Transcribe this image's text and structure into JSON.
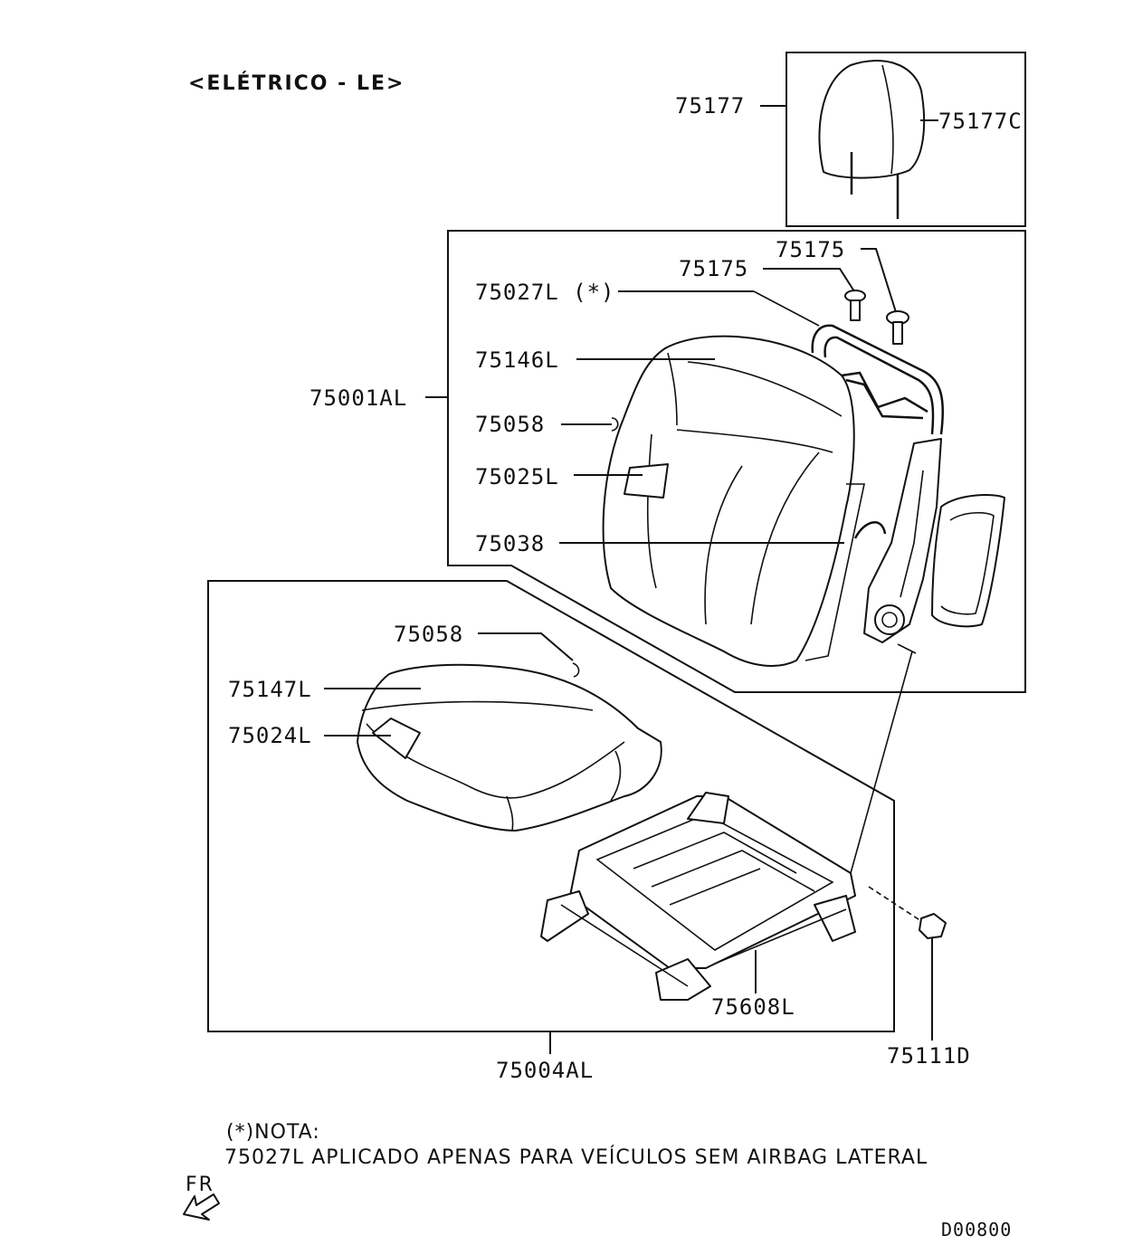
{
  "title": "<ELÉTRICO - LE>",
  "labels": {
    "headrest": "75177",
    "headrest_cover": "75177C",
    "guide_a": "75175",
    "guide_b": "75175",
    "pad_75027": "75027L (*)",
    "back_cover": "75146L",
    "clip_back": "75058",
    "heater_back": "75025L",
    "back_pad": "75038",
    "seat_back_assy": "75001AL",
    "clip_cushion": "75058",
    "cushion_cover": "75147L",
    "heater_cushion": "75024L",
    "adjuster": "75608L",
    "cushion_assy": "75004AL",
    "bolt": "75111D"
  },
  "note": {
    "heading": "(*)NOTA:",
    "text": "75027L APLICADO APENAS PARA VEÍCULOS SEM AIRBAG LATERAL"
  },
  "direction": "FR",
  "diagram_code": "D00800"
}
